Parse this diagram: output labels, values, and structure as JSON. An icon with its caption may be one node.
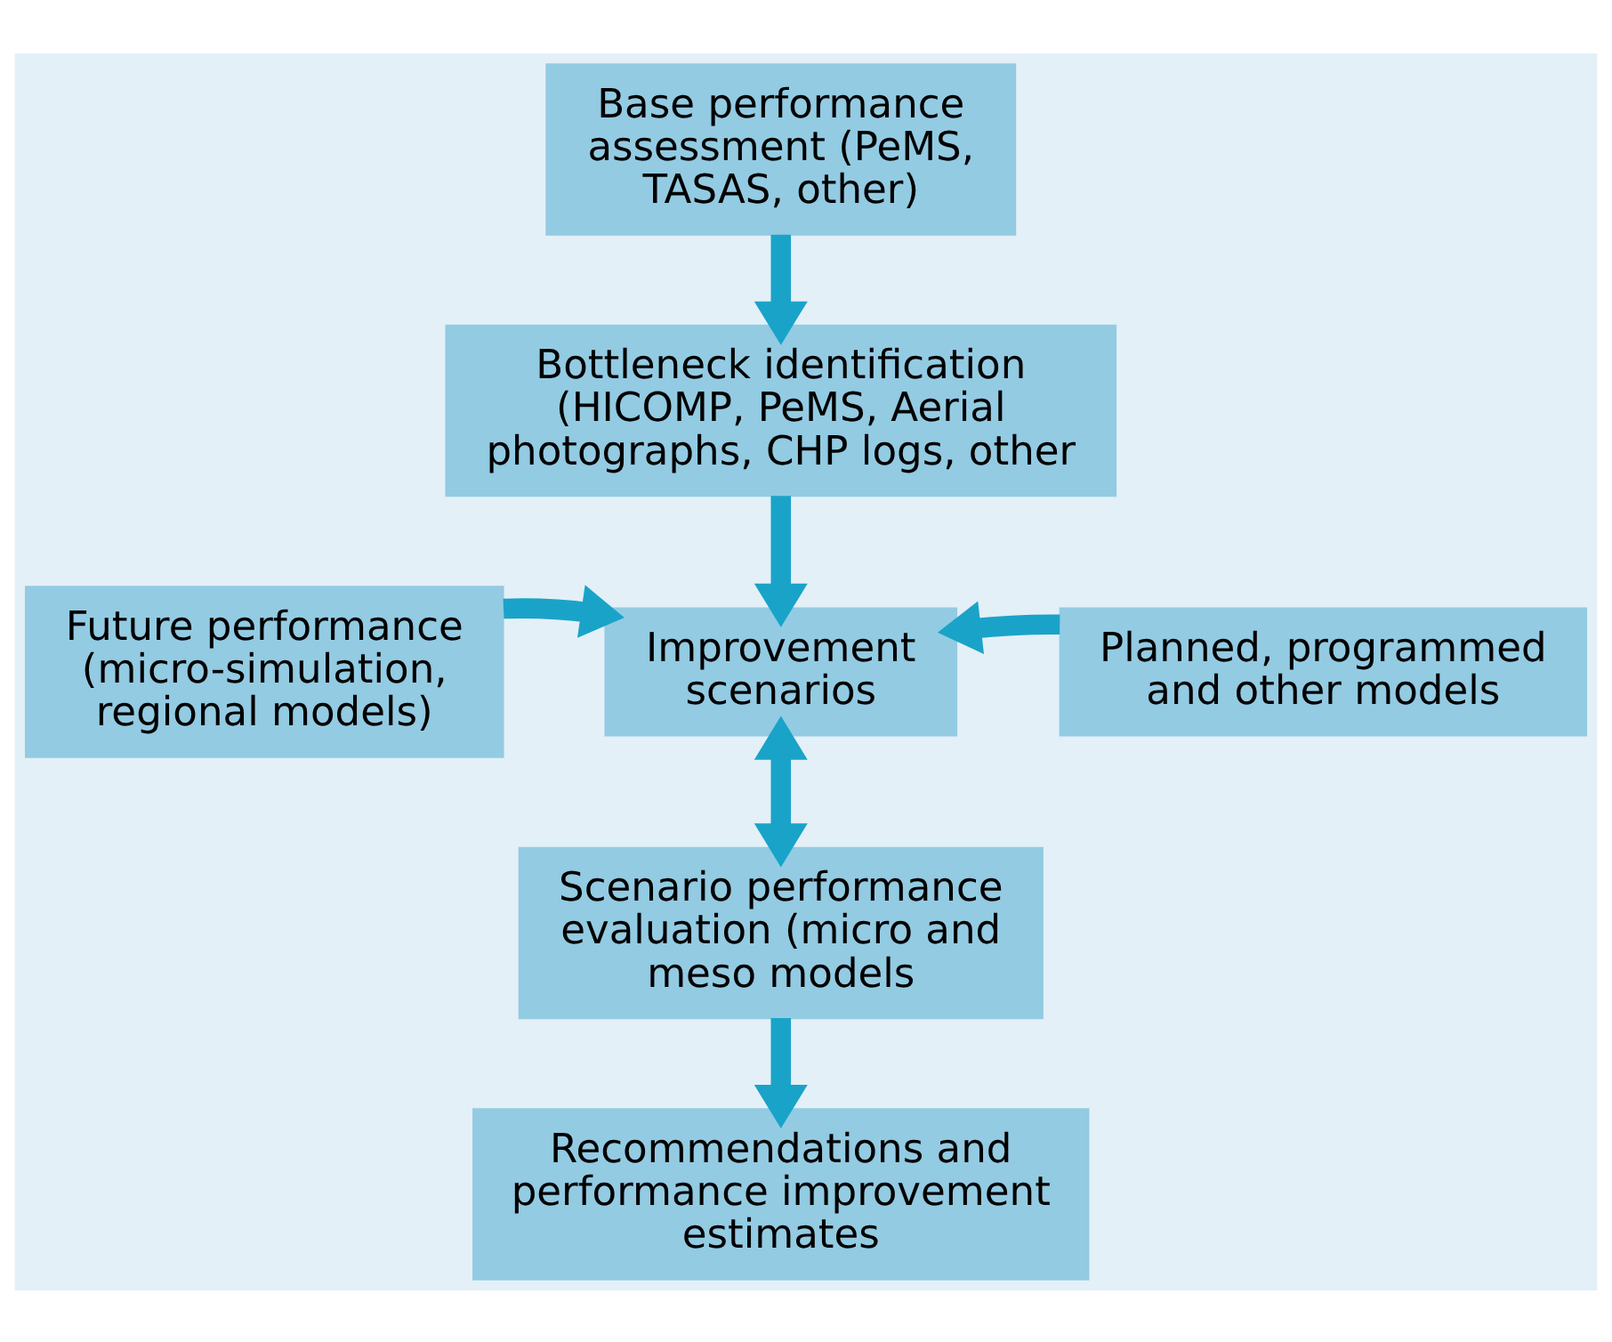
{
  "diagram": {
    "nodes": [
      {
        "text": [
          "Base performance assessment (PeMS, TASAS, other)"
        ]
      },
      {
        "text": [
          "Bottleneck identification (HICOMP, PeMS, Aerial photographs, CHP logs, other"
        ]
      },
      {
        "text": [
          "Future performance (micro-simulation, regional models)"
        ]
      },
      {
        "text": [
          "Improvement scenarios"
        ]
      },
      {
        "text": [
          "Planned, programmed and other models"
        ]
      },
      {
        "text": [
          "Scenario performance evaluation (micro and meso models"
        ]
      },
      {
        "text": [
          "Recommendations and performance improvement estimates"
        ]
      }
    ],
    "edges": [
      {
        "from": 0,
        "to": 1,
        "arrow": "to"
      },
      {
        "from": 1,
        "to": 3,
        "arrow": "to"
      },
      {
        "from": 2,
        "to": 3,
        "arrow": "to"
      },
      {
        "from": 4,
        "to": 3,
        "arrow": "to"
      },
      {
        "from": 3,
        "to": 5,
        "arrow": "both"
      },
      {
        "from": 5,
        "to": 6,
        "arrow": "to"
      }
    ]
  }
}
